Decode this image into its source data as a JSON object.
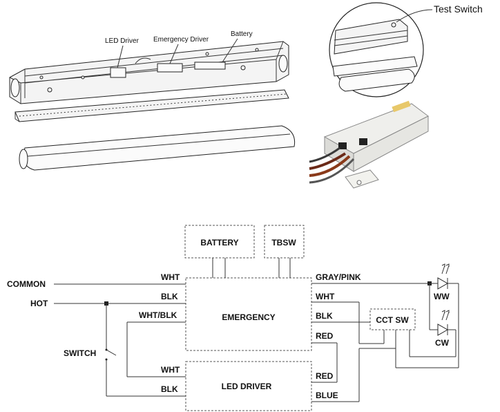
{
  "callouts": {
    "led_driver": "LED Driver",
    "emergency_driver": "Emergency Driver",
    "battery": "Battery",
    "test_switch": "Test Switch"
  },
  "boxes": {
    "battery": "BATTERY",
    "tbsw": "TBSW",
    "emergency": "EMERGENCY",
    "led_driver": "LED DRIVER",
    "cct_sw": "CCT SW"
  },
  "wires": {
    "common": "COMMON",
    "hot": "HOT",
    "switch": "SWITCH",
    "wht_top": "WHT",
    "blk_top": "BLK",
    "wht_blk": "WHT/BLK",
    "gray_pink": "GRAY/PINK",
    "wht_right": "WHT",
    "blk_right": "BLK",
    "red_right": "RED",
    "wht_driver": "WHT",
    "blk_driver": "BLK",
    "red_driver": "RED",
    "blue_driver": "BLUE",
    "ww": "WW",
    "cw": "CW"
  }
}
